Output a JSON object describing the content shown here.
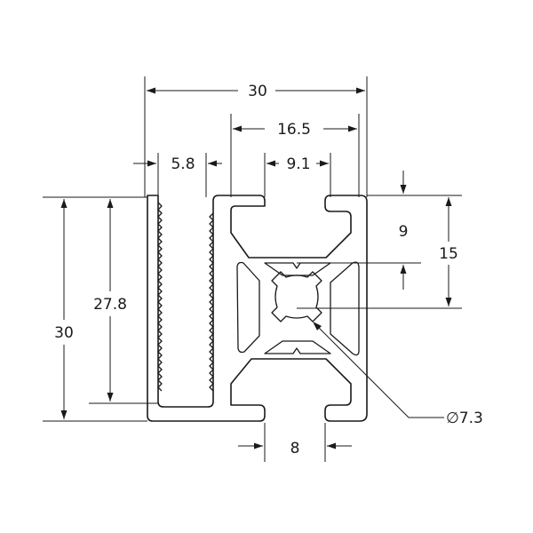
{
  "drawing": {
    "dimensions": {
      "overall_width": "30",
      "slot_offset": "16.5",
      "slot_width": "5.8",
      "slot_opening": "9.1",
      "overall_height": "30",
      "slot_depth": "27.8",
      "half_height": "15",
      "slot_center": "9",
      "bore_diameter": "∅7.3",
      "bottom_opening": "8"
    }
  }
}
